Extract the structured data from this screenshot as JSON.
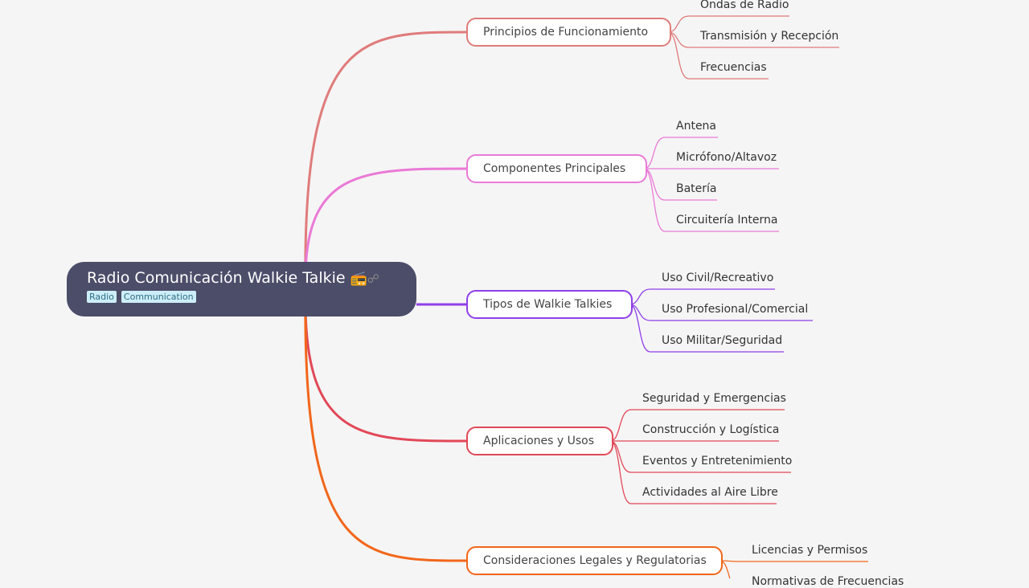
{
  "central": {
    "title": "Radio Comunicación Walkie Talkie",
    "emoji": "📻",
    "link_icon": "link-icon",
    "tags": [
      "Radio",
      "Communication"
    ]
  },
  "branches": [
    {
      "label": "Principios de Funcionamiento",
      "color": "#e07b7b",
      "children": [
        "Ondas de Radio",
        "Transmisión y Recepción",
        "Frecuencias"
      ]
    },
    {
      "label": "Componentes Principales",
      "color": "#ea7ad6",
      "children": [
        "Antena",
        "Micrófono/Altavoz",
        "Batería",
        "Circuitería Interna"
      ]
    },
    {
      "label": "Tipos de Walkie Talkies",
      "color": "#8f3fea",
      "children": [
        "Uso Civil/Recreativo",
        "Uso Profesional/Comercial",
        "Uso Militar/Seguridad"
      ]
    },
    {
      "label": "Aplicaciones y Usos",
      "color": "#e24858",
      "children": [
        "Seguridad y Emergencias",
        "Construcción y Logística",
        "Eventos y Entretenimiento",
        "Actividades al Aire Libre"
      ]
    },
    {
      "label": "Consideraciones Legales y Regulatorias",
      "color": "#f2661a",
      "children": [
        "Licencias y Permisos",
        "Normativas de Frecuencias"
      ]
    }
  ]
}
